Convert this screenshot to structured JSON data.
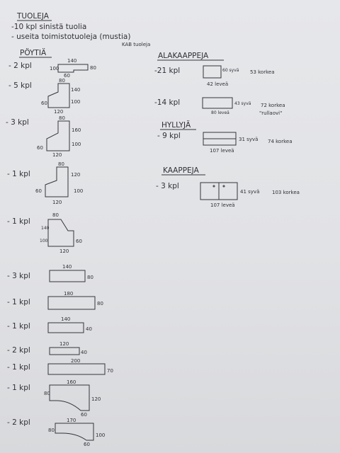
{
  "chairs": {
    "heading": "TUOLEJA",
    "line1": "-10 kpl sinistä tuolia",
    "line2": "- useita toimistotuoleja (mustia)",
    "line2_note": "KAB tuoleja"
  },
  "desks": {
    "heading": "PÖYTIÄ",
    "items": [
      {
        "qty": "- 2 kpl",
        "dims": [
          "140",
          "100",
          "60",
          "80"
        ]
      },
      {
        "qty": "- 5 kpl",
        "dims": [
          "80",
          "140",
          "100",
          "60",
          "120"
        ]
      },
      {
        "qty": "- 3 kpl",
        "dims": [
          "80",
          "160",
          "100",
          "60",
          "120"
        ]
      },
      {
        "qty": "- 1 kpl",
        "dims": [
          "80",
          "120",
          "100",
          "60",
          "120"
        ]
      },
      {
        "qty": "- 1 kpl",
        "dims": [
          "80",
          "140",
          "100",
          "60",
          "120"
        ]
      },
      {
        "qty": "- 3 kpl",
        "dims": [
          "140",
          "80"
        ]
      },
      {
        "qty": "- 1 kpl",
        "dims": [
          "180",
          "80"
        ]
      },
      {
        "qty": "- 1 kpl",
        "dims": [
          "140",
          "40"
        ]
      },
      {
        "qty": "- 2 kpl",
        "dims": [
          "120",
          "40"
        ]
      },
      {
        "qty": "- 1 kpl",
        "dims": [
          "200",
          "70"
        ]
      },
      {
        "qty": "- 1 kpl",
        "dims": [
          "160",
          "80",
          "120",
          "60"
        ]
      },
      {
        "qty": "- 2 kpl",
        "dims": [
          "170",
          "80",
          "100",
          "60"
        ]
      }
    ]
  },
  "lower_cabinets": {
    "heading": "ALAKAAPPEJA",
    "items": [
      {
        "qty": "-21 kpl",
        "depth": "60 syvä",
        "height": "53 korkea",
        "width": "42 leveä"
      },
      {
        "qty": "-14 kpl",
        "depth": "43 syvä",
        "height": "72 korkea",
        "note": "\"rullaovi\"",
        "width": "80 leveä"
      }
    ]
  },
  "shelves": {
    "heading": "HYLLYJÄ",
    "items": [
      {
        "qty": "- 9 kpl",
        "depth": "31 syvä",
        "height": "74 korkea",
        "width": "107 leveä"
      }
    ]
  },
  "cabinets": {
    "heading": "KAAPPEJA",
    "items": [
      {
        "qty": "- 3 kpl",
        "depth": "41 syvä",
        "height": "103 korkea",
        "width": "107 leveä"
      }
    ]
  }
}
